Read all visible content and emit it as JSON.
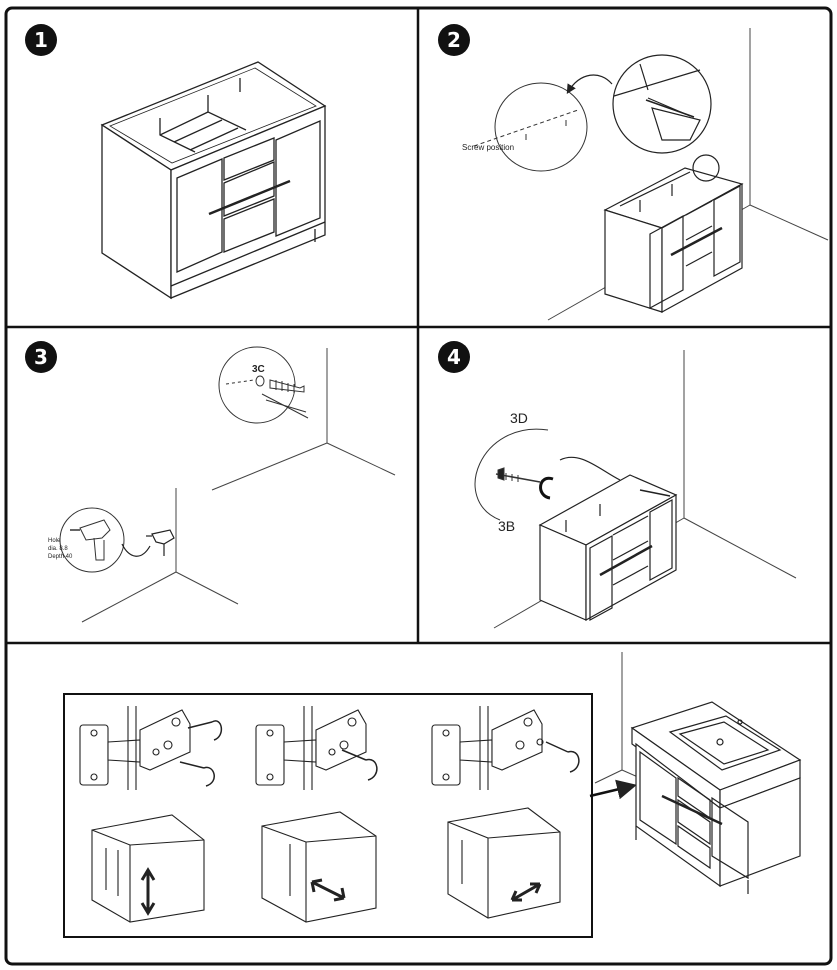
{
  "steps": {
    "step1": {
      "number": "1"
    },
    "step2": {
      "number": "2",
      "screw_position_label": "Screw position"
    },
    "step3": {
      "number": "3",
      "detail_label": "3C",
      "drill_note": {
        "line1": "Hole",
        "line2": "dia. 8.8",
        "line3": "Depth 40"
      }
    },
    "step4": {
      "number": "4",
      "label_top": "3D",
      "label_bottom": "3B"
    }
  },
  "hinge_adjustment": {
    "panels": [
      {
        "direction": "vertical"
      },
      {
        "direction": "horizontal"
      },
      {
        "direction": "depth"
      }
    ]
  },
  "colors": {
    "line": "#222222",
    "badge": "#111111",
    "background": "#ffffff"
  }
}
